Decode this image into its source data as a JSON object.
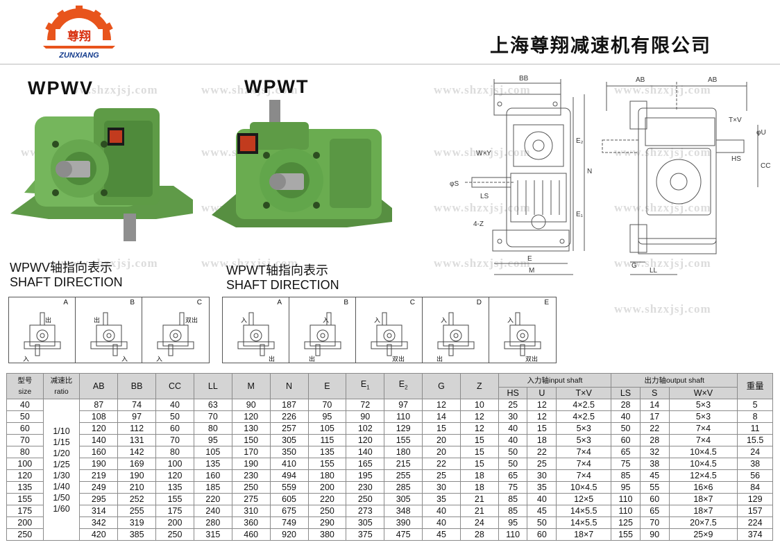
{
  "header": {
    "logo_cn": "尊翔",
    "logo_en": "ZUNXIANG",
    "company": "上海尊翔减速机有限公司",
    "logo_color": "#e8541c"
  },
  "watermark": "www.shzxjsj.com",
  "models": {
    "wpwv": {
      "name": "WPWV",
      "caption_cn": "WPWV轴指向表示",
      "caption_en": "SHAFT DIRECTION"
    },
    "wpwt": {
      "name": "WPWT",
      "caption_cn": "WPWT轴指向表示",
      "caption_en": "SHAFT DIRECTION"
    }
  },
  "shaft_direction": {
    "wpwv": [
      {
        "letter": "A",
        "labels": [
          "出",
          "入"
        ]
      },
      {
        "letter": "B",
        "labels": [
          "出",
          "入"
        ]
      },
      {
        "letter": "C",
        "labels": [
          "双出",
          "入"
        ]
      }
    ],
    "wpwt": [
      {
        "letter": "A",
        "labels": [
          "入",
          "出"
        ]
      },
      {
        "letter": "B",
        "labels": [
          "入",
          "出"
        ]
      },
      {
        "letter": "C",
        "labels": [
          "入",
          "双出"
        ]
      },
      {
        "letter": "D",
        "labels": [
          "入",
          "出"
        ]
      },
      {
        "letter": "E",
        "labels": [
          "入",
          "双出"
        ]
      }
    ]
  },
  "drawing_labels": {
    "front": [
      "BB",
      "E₂",
      "N",
      "E₁",
      "W×Y",
      "φS",
      "LS",
      "4-Z",
      "E",
      "M"
    ],
    "side": [
      "AB",
      "AB",
      "T×V",
      "φU",
      "HS",
      "CC",
      "G",
      "LL"
    ]
  },
  "table": {
    "headers": {
      "size_cn": "型号",
      "size_en": "size",
      "ratio_cn": "减速比",
      "ratio_en": "ratio",
      "cols": [
        "AB",
        "BB",
        "CC",
        "LL",
        "M",
        "N",
        "E"
      ],
      "e1": "E",
      "e1_sub": "1",
      "e2": "E",
      "e2_sub": "2",
      "g": "G",
      "z": "Z",
      "input_group": "入力轴input shaft",
      "input_cols": [
        "HS",
        "U",
        "T×V"
      ],
      "output_group": "出力轴output shaft",
      "output_cols": [
        "LS",
        "S",
        "W×V"
      ],
      "weight": "重量"
    },
    "ratios": [
      "1/10",
      "1/15",
      "1/20",
      "1/25",
      "1/30",
      "1/40",
      "1/50",
      "1/60"
    ],
    "rows": [
      [
        "40",
        "87",
        "74",
        "40",
        "63",
        "90",
        "187",
        "70",
        "72",
        "97",
        "12",
        "10",
        "25",
        "12",
        "4×2.5",
        "28",
        "14",
        "5×3",
        "5"
      ],
      [
        "50",
        "108",
        "97",
        "50",
        "70",
        "120",
        "226",
        "95",
        "90",
        "110",
        "14",
        "12",
        "30",
        "12",
        "4×2.5",
        "40",
        "17",
        "5×3",
        "8"
      ],
      [
        "60",
        "120",
        "112",
        "60",
        "80",
        "130",
        "257",
        "105",
        "102",
        "129",
        "15",
        "12",
        "40",
        "15",
        "5×3",
        "50",
        "22",
        "7×4",
        "11"
      ],
      [
        "70",
        "140",
        "131",
        "70",
        "95",
        "150",
        "305",
        "115",
        "120",
        "155",
        "20",
        "15",
        "40",
        "18",
        "5×3",
        "60",
        "28",
        "7×4",
        "15.5"
      ],
      [
        "80",
        "160",
        "142",
        "80",
        "105",
        "170",
        "350",
        "135",
        "140",
        "180",
        "20",
        "15",
        "50",
        "22",
        "7×4",
        "65",
        "32",
        "10×4.5",
        "24"
      ],
      [
        "100",
        "190",
        "169",
        "100",
        "135",
        "190",
        "410",
        "155",
        "165",
        "215",
        "22",
        "15",
        "50",
        "25",
        "7×4",
        "75",
        "38",
        "10×4.5",
        "38"
      ],
      [
        "120",
        "219",
        "190",
        "120",
        "160",
        "230",
        "494",
        "180",
        "195",
        "255",
        "25",
        "18",
        "65",
        "30",
        "7×4",
        "85",
        "45",
        "12×4.5",
        "56"
      ],
      [
        "135",
        "249",
        "210",
        "135",
        "185",
        "250",
        "559",
        "200",
        "230",
        "285",
        "30",
        "18",
        "75",
        "35",
        "10×4.5",
        "95",
        "55",
        "16×6",
        "84"
      ],
      [
        "155",
        "295",
        "252",
        "155",
        "220",
        "275",
        "605",
        "220",
        "250",
        "305",
        "35",
        "21",
        "85",
        "40",
        "12×5",
        "110",
        "60",
        "18×7",
        "129"
      ],
      [
        "175",
        "314",
        "255",
        "175",
        "240",
        "310",
        "675",
        "250",
        "273",
        "348",
        "40",
        "21",
        "85",
        "45",
        "14×5.5",
        "110",
        "65",
        "18×7",
        "157"
      ],
      [
        "200",
        "342",
        "319",
        "200",
        "280",
        "360",
        "749",
        "290",
        "305",
        "390",
        "40",
        "24",
        "95",
        "50",
        "14×5.5",
        "125",
        "70",
        "20×7.5",
        "224"
      ],
      [
        "250",
        "420",
        "385",
        "250",
        "315",
        "460",
        "920",
        "380",
        "375",
        "475",
        "45",
        "28",
        "110",
        "60",
        "18×7",
        "155",
        "90",
        "25×9",
        "374"
      ]
    ]
  }
}
